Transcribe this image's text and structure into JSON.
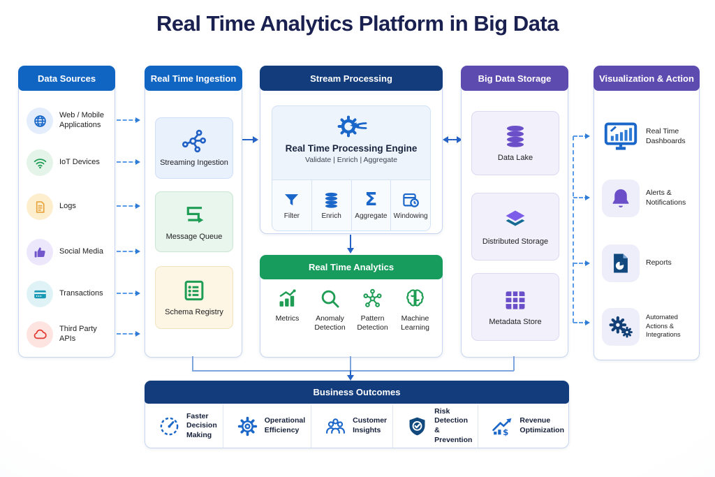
{
  "title": "Real Time Analytics Platform in Big Data",
  "colors": {
    "header_blue": "#1065c2",
    "header_navy": "#123c7c",
    "header_purple": "#5d4bb0",
    "header_green": "#189c5d",
    "arrow_blue": "#2563c4"
  },
  "columns": {
    "data_sources": {
      "title": "Data Sources",
      "items": [
        {
          "label": "Web / Mobile Applications",
          "icon": "globe-icon"
        },
        {
          "label": "IoT Devices",
          "icon": "wifi-icon"
        },
        {
          "label": "Logs",
          "icon": "log-file-icon"
        },
        {
          "label": "Social Media",
          "icon": "thumbs-up-icon"
        },
        {
          "label": "Transactions",
          "icon": "credit-card-icon"
        },
        {
          "label": "Third Party APIs",
          "icon": "cloud-icon"
        }
      ]
    },
    "ingestion": {
      "title": "Real Time Ingestion",
      "items": [
        {
          "label": "Streaming Ingestion",
          "icon": "network-nodes-icon"
        },
        {
          "label": "Message Queue",
          "icon": "message-queue-icon"
        },
        {
          "label": "Schema Registry",
          "icon": "schema-list-icon"
        }
      ]
    },
    "stream_processing": {
      "title": "Stream Processing",
      "engine": {
        "title": "Real Time Processing Engine",
        "subtitle": "Validate | Enrich | Aggregate",
        "icon": "gear-arrow-icon"
      },
      "operators": [
        {
          "label": "Filter",
          "icon": "funnel-icon"
        },
        {
          "label": "Enrich",
          "icon": "database-icon"
        },
        {
          "label": "Aggregate",
          "icon": "sigma-icon",
          "glyph": "Σ"
        },
        {
          "label": "Windowing",
          "icon": "calendar-clock-icon"
        }
      ]
    },
    "analytics": {
      "title": "Real Time Analytics",
      "items": [
        {
          "label": "Metrics",
          "icon": "metrics-chart-icon"
        },
        {
          "label": "Anomaly Detection",
          "icon": "magnifier-icon"
        },
        {
          "label": "Pattern Detection",
          "icon": "pattern-nodes-icon"
        },
        {
          "label": "Machine Learning",
          "icon": "brain-icon"
        }
      ]
    },
    "storage": {
      "title": "Big Data Storage",
      "items": [
        {
          "label": "Data Lake",
          "icon": "database-cylinder-icon"
        },
        {
          "label": "Distributed Storage",
          "icon": "layers-icon"
        },
        {
          "label": "Metadata Store",
          "icon": "table-grid-icon"
        }
      ]
    },
    "visualization": {
      "title": "Visualization & Action",
      "items": [
        {
          "label": "Real Time Dashboards",
          "icon": "dashboard-monitor-icon"
        },
        {
          "label": "Alerts & Notifications",
          "icon": "bell-icon"
        },
        {
          "label": "Reports",
          "icon": "report-document-icon"
        },
        {
          "label": "Automated Actions & Integrations",
          "icon": "gears-icon"
        }
      ]
    },
    "outcomes": {
      "title": "Business Outcomes",
      "items": [
        {
          "label": "Faster Decision Making",
          "icon": "gauge-icon"
        },
        {
          "label": "Operational Efficiency",
          "icon": "cog-icon"
        },
        {
          "label": "Customer Insights",
          "icon": "people-icon"
        },
        {
          "label": "Risk Detection & Prevention",
          "icon": "shield-check-icon"
        },
        {
          "label": "Revenue Optimization",
          "icon": "growth-chart-icon"
        }
      ]
    }
  }
}
